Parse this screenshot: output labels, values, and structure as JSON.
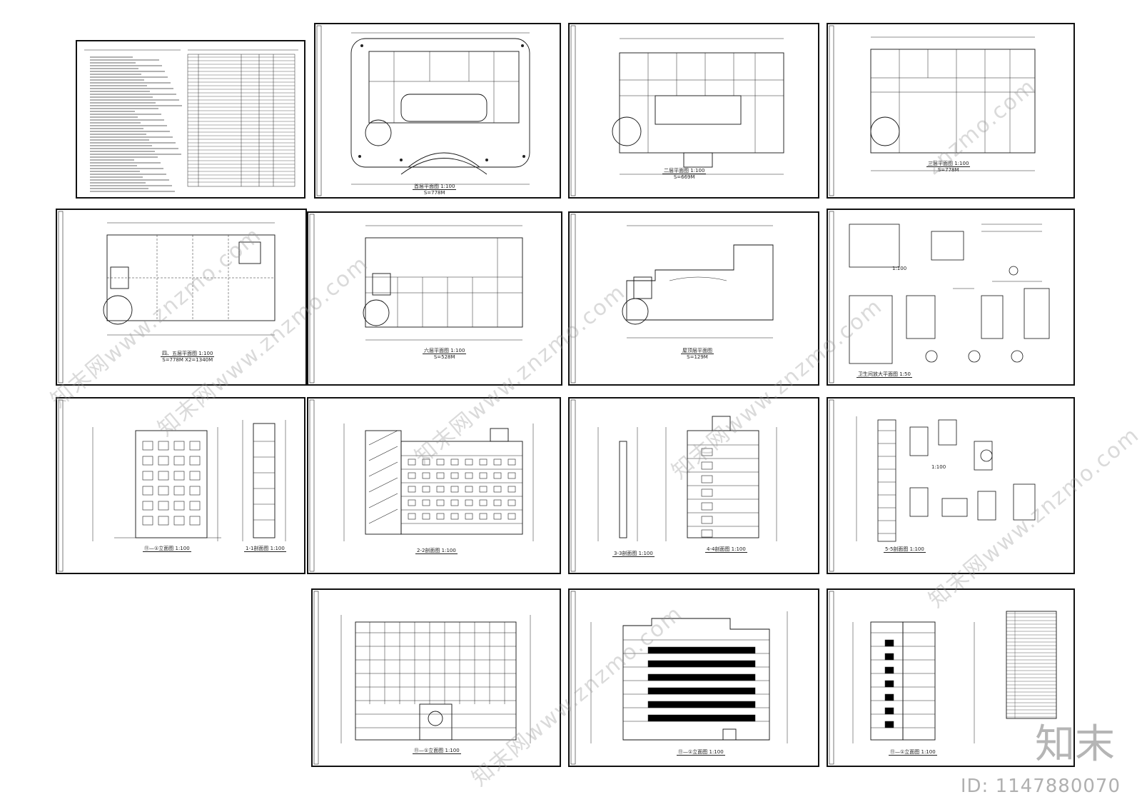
{
  "sheets": [
    {
      "id": "s1",
      "type": "notes",
      "captions": []
    },
    {
      "id": "s2",
      "type": "plan",
      "captions": [
        "首层平面图 1:100",
        "S=778M"
      ]
    },
    {
      "id": "s3",
      "type": "plan",
      "captions": [
        "二层平面图 1:100",
        "S=669M"
      ]
    },
    {
      "id": "s4",
      "type": "plan",
      "captions": [
        "三层平面图 1:100",
        "S=778M"
      ]
    },
    {
      "id": "s5",
      "type": "plan",
      "captions": [
        "四、五层平面图 1:100",
        "S=778M X2=1340M"
      ]
    },
    {
      "id": "s6",
      "type": "plan",
      "captions": [
        "六层平面图 1:100",
        "S=528M"
      ]
    },
    {
      "id": "s7",
      "type": "plan",
      "captions": [
        "屋顶层平面图",
        "S=129M"
      ]
    },
    {
      "id": "s8",
      "type": "details",
      "captions": [
        "卫生间放大平面图 1:50",
        "1:100"
      ]
    },
    {
      "id": "s9",
      "type": "elevation",
      "captions": [
        "⑪—①立面图 1:100",
        "1-1剖面图 1:100"
      ]
    },
    {
      "id": "s10",
      "type": "section",
      "captions": [
        "2-2剖面图 1:100"
      ]
    },
    {
      "id": "s11",
      "type": "section",
      "captions": [
        "3-3剖面图 1:100",
        "4-4剖面图 1:100"
      ]
    },
    {
      "id": "s12",
      "type": "details",
      "captions": [
        "5-5剖面图 1:100",
        "1:100"
      ]
    },
    {
      "id": "s13",
      "type": "elevation",
      "captions": [
        "⑪—①立面图 1:100"
      ]
    },
    {
      "id": "s14",
      "type": "elevation",
      "captions": [
        "⑪—①立面图 1:100"
      ]
    },
    {
      "id": "s15",
      "type": "elevation",
      "captions": [
        "⑪—①立面图 1:100"
      ]
    }
  ],
  "watermark": {
    "text": "知末网www.znzmo.com",
    "text_alt": "znzmo.com",
    "logo": "知末",
    "id_label": "ID: 1147880070"
  }
}
